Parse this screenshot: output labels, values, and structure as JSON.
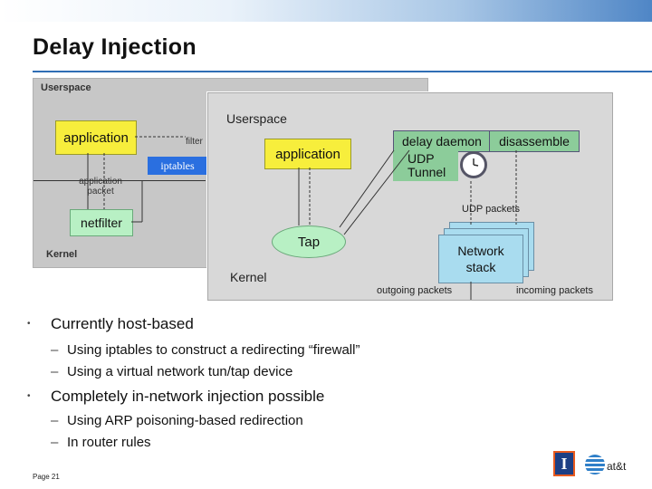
{
  "slide": {
    "title": "Delay Injection",
    "page_number": "Page 21"
  },
  "diagram_iptables": {
    "userspace_label": "Userspace",
    "kernel_label": "Kernel",
    "application_label": "application",
    "netfilter_label": "netfilter",
    "iptables_label": "iptables",
    "filter_label": "filter",
    "app_packet_label_1": "application",
    "app_packet_label_2": "packet"
  },
  "diagram_tap": {
    "userspace_label": "Userspace",
    "kernel_label": "Kernel",
    "application_label": "application",
    "delay_daemon_label": "delay daemon",
    "disassemble_label": "disassemble",
    "udp_tunnel_line1": "UDP",
    "udp_tunnel_line2": "Tunnel",
    "tap_label": "Tap",
    "udp_packets_label": "UDP packets",
    "network_stack_line1": "Network",
    "network_stack_line2": "stack",
    "outgoing_label": "outgoing packets",
    "incoming_label": "incoming packets"
  },
  "bullets": [
    {
      "text": "Currently host-based",
      "sub": [
        "Using iptables to construct a redirecting “firewall”",
        "Using a virtual network tun/tap device"
      ]
    },
    {
      "text": "Completely in-network injection possible",
      "sub": [
        "Using ARP poisoning-based redirection",
        "In router rules"
      ]
    }
  ],
  "logos": {
    "university_letter": "I",
    "att_text": "at&t"
  },
  "colors": {
    "title_rule": "#2f6eb5",
    "app_box": "#f7ee3c",
    "netfilter_box": "#b8f0c4",
    "iptables_box": "#2a6fe0",
    "daemon_box": "#8ccc9a",
    "network_stack": "#a9dcef"
  }
}
